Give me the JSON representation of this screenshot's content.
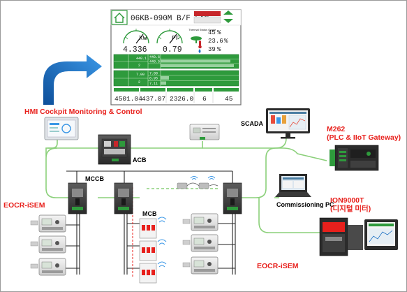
{
  "hmi": {
    "title": "06KB-090M B/F FAN",
    "status_bar": "",
    "gauge1_unit": "kW",
    "gauge1_value": "4.336",
    "gauge2_unit": "PF",
    "gauge2_value": "0.79",
    "sensor_label": "Thermal Status Grade",
    "pct1": "45",
    "pct2": "23.6",
    "pct3": "39",
    "pct_unit": "%",
    "panel1_rows": [
      {
        "label": "",
        "value": "440.1",
        "sub": "440.6"
      },
      {
        "label": "",
        "value": "2",
        "sub": "440.5"
      }
    ],
    "panel2_rows": [
      {
        "label": "",
        "value": "7.00",
        "sub": "7.00"
      },
      {
        "label": "",
        "value": "2",
        "sub": "6.95"
      },
      {
        "label": "",
        "value": "",
        "sub": "7.11"
      }
    ],
    "footer": [
      {
        "label": "",
        "value": "4501.04"
      },
      {
        "label": "",
        "value": "437.07"
      },
      {
        "label": "",
        "value": "2326.0"
      },
      {
        "label": "",
        "value": "6"
      },
      {
        "label": "",
        "value": "45"
      }
    ]
  },
  "labels": {
    "hmi_cockpit": "HMI Cockpit Monitoring & Control",
    "scada": "SCADA",
    "m262_line1": "M262",
    "m262_line2": "(PLC & IIoT Gateway)",
    "acb": "ACB",
    "mccb": "MCCB",
    "mcb": "MCB",
    "eocr_left": "EOCR-iSEM",
    "eocr_right": "EOCR-iSEM",
    "commissioning_pc": "Commissioning PC",
    "ion_line1": "ION9000T",
    "ion_line2": "(디지털 미터)"
  },
  "colors": {
    "network_line": "#8bd07a",
    "hmi_green": "#2e9a3c",
    "arrow_blue": "#1a6fc4",
    "label_red": "#e8201c"
  }
}
